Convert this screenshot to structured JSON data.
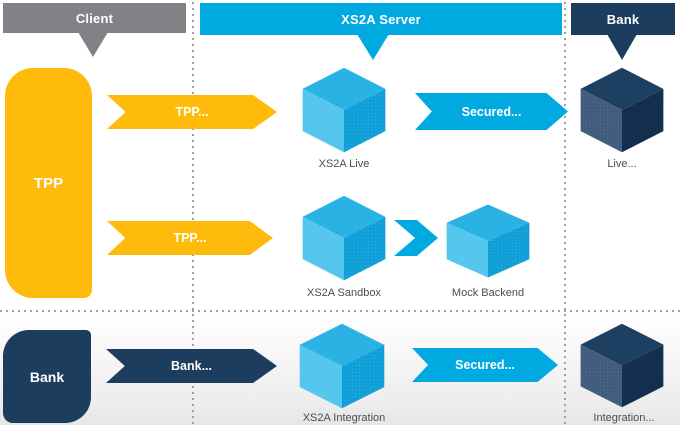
{
  "diagram": {
    "headers": {
      "client": "Client",
      "xs2a_server": "XS2A Server",
      "bank": "Bank"
    },
    "actors": {
      "tpp": "TPP",
      "bank": "Bank"
    },
    "live_row": {
      "tpp_arrow": "TPP...",
      "cube_caption": "XS2A Live",
      "secured_arrow": "Secured...",
      "bank_cube_caption": "Live..."
    },
    "sandbox_row": {
      "tpp_arrow": "TPP...",
      "cube_caption": "XS2A Sandbox",
      "mock_cube_caption": "Mock Backend"
    },
    "integration_row": {
      "bank_arrow": "Bank...",
      "cube_caption": "XS2A Integration",
      "secured_arrow": "Secured...",
      "bank_cube_caption": "Integration..."
    },
    "colors": {
      "cyan": "#00a9e0",
      "navy": "#1d3d5f",
      "yellow": "#ffbb0c",
      "gray": "#808285"
    }
  }
}
